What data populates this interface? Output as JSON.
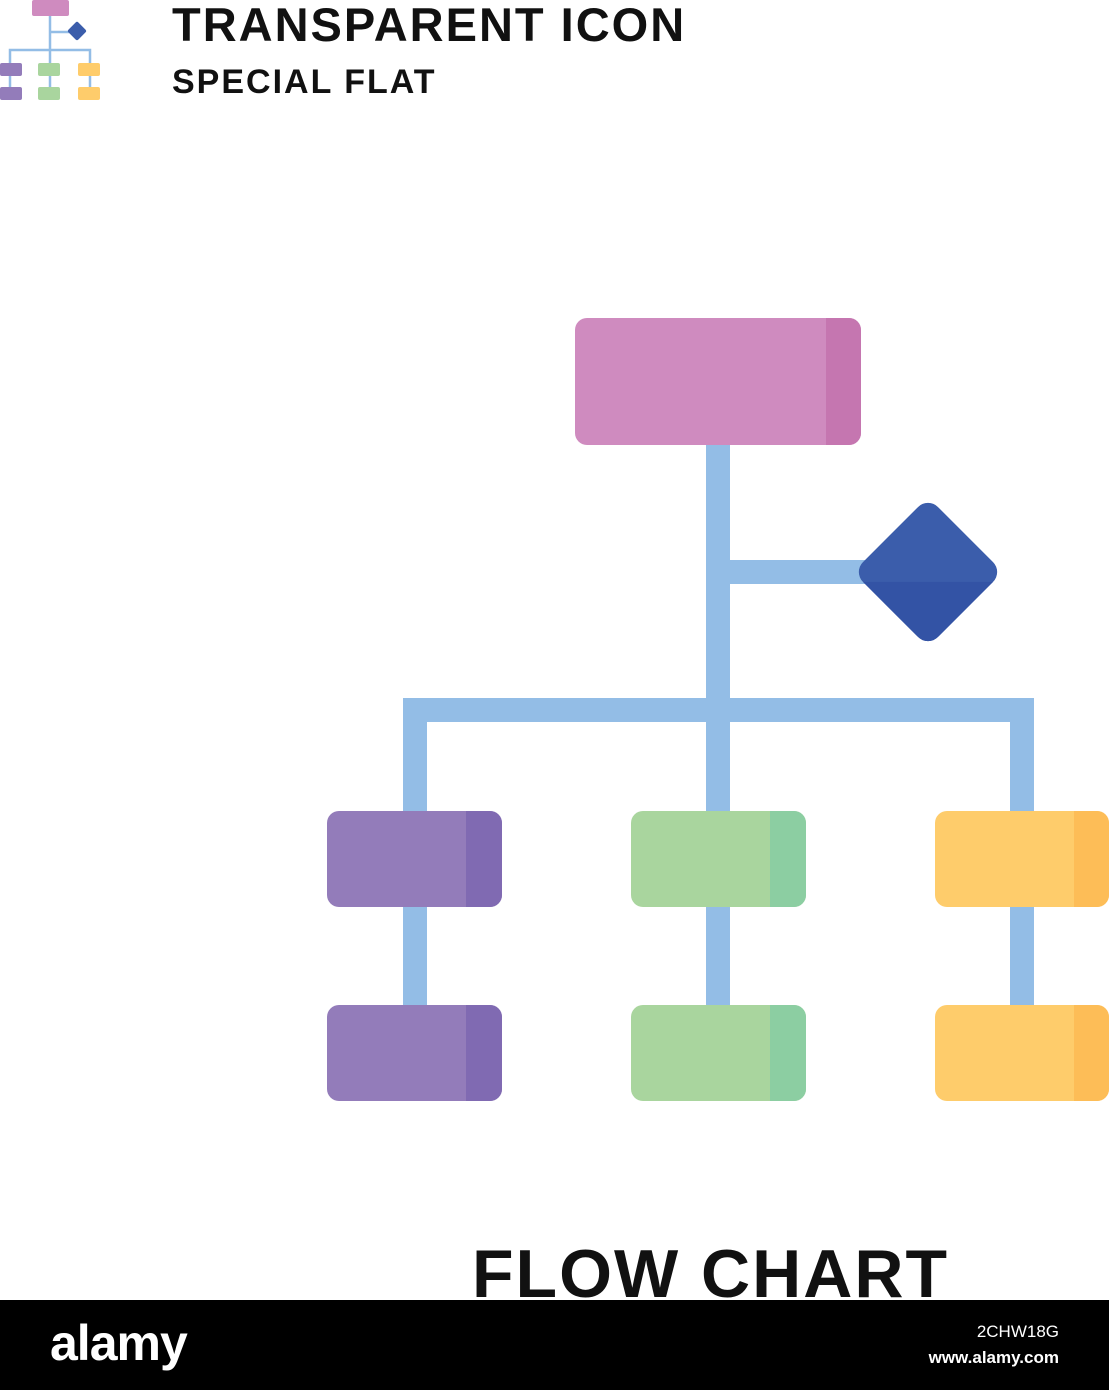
{
  "header": {
    "title": "TRANSPARENT ICON",
    "subtitle": "SPECIAL FLAT",
    "thumbnail_icon": "flow-chart-icon"
  },
  "main_icon": {
    "icon": "flow-chart-icon",
    "colors": {
      "connector": "#93bde6",
      "top_box": "#cf8bbf",
      "top_box_shade": "#c576b0",
      "diamond": "#3b5dab",
      "diamond_shade": "#3353a5",
      "purple": "#937cba",
      "purple_shade": "#806ab2",
      "green": "#a9d59e",
      "green_shade": "#8ccea2",
      "yellow": "#fecc6b",
      "yellow_shade": "#fdbd57"
    }
  },
  "caption": "FLOW CHART",
  "footer": {
    "brand": "alamy",
    "image_id": "2CHW18G",
    "url": "www.alamy.com"
  }
}
